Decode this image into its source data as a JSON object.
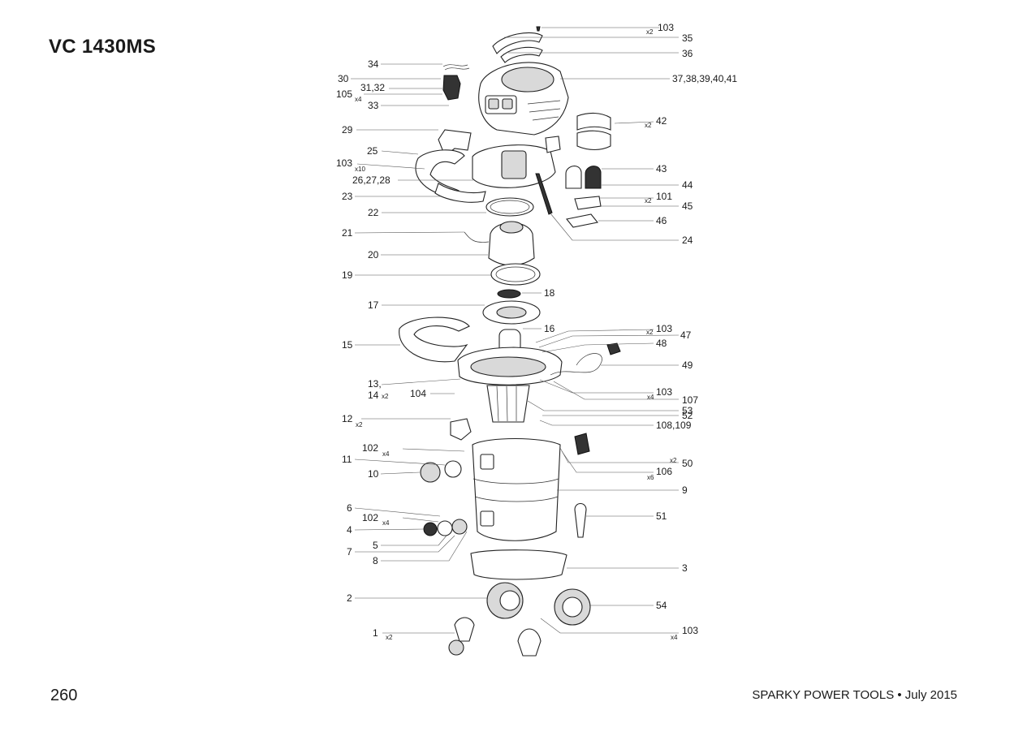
{
  "header": {
    "model": "VC 1430MS"
  },
  "footer": {
    "page_number": "260",
    "publisher": "SPARKY POWER TOOLS • July 2015"
  },
  "callouts": [
    {
      "id": "c-103a",
      "label": "103",
      "qty": "x2"
    },
    {
      "id": "c-35",
      "label": "35",
      "qty": ""
    },
    {
      "id": "c-36",
      "label": "36",
      "qty": ""
    },
    {
      "id": "c-37",
      "label": "37,38,39,40,41",
      "qty": ""
    },
    {
      "id": "c-34",
      "label": "34",
      "qty": ""
    },
    {
      "id": "c-30",
      "label": "30",
      "qty": ""
    },
    {
      "id": "c-3132",
      "label": "31,32",
      "qty": ""
    },
    {
      "id": "c-105",
      "label": "105",
      "qty": "x4"
    },
    {
      "id": "c-33",
      "label": "33",
      "qty": ""
    },
    {
      "id": "c-42",
      "label": "42",
      "qty": "x2"
    },
    {
      "id": "c-29",
      "label": "29",
      "qty": ""
    },
    {
      "id": "c-25",
      "label": "25",
      "qty": ""
    },
    {
      "id": "c-103b",
      "label": "103",
      "qty": "x10"
    },
    {
      "id": "c-43",
      "label": "43",
      "qty": ""
    },
    {
      "id": "c-262728",
      "label": "26,27,28",
      "qty": ""
    },
    {
      "id": "c-44",
      "label": "44",
      "qty": ""
    },
    {
      "id": "c-23",
      "label": "23",
      "qty": ""
    },
    {
      "id": "c-101",
      "label": "101",
      "qty": "x2"
    },
    {
      "id": "c-45",
      "label": "45",
      "qty": ""
    },
    {
      "id": "c-22",
      "label": "22",
      "qty": ""
    },
    {
      "id": "c-46",
      "label": "46",
      "qty": ""
    },
    {
      "id": "c-21",
      "label": "21",
      "qty": ""
    },
    {
      "id": "c-24",
      "label": "24",
      "qty": ""
    },
    {
      "id": "c-20",
      "label": "20",
      "qty": ""
    },
    {
      "id": "c-19",
      "label": "19",
      "qty": ""
    },
    {
      "id": "c-18",
      "label": "18",
      "qty": ""
    },
    {
      "id": "c-17",
      "label": "17",
      "qty": ""
    },
    {
      "id": "c-16",
      "label": "16",
      "qty": ""
    },
    {
      "id": "c-103c",
      "label": "103",
      "qty": "x2"
    },
    {
      "id": "c-47",
      "label": "47",
      "qty": ""
    },
    {
      "id": "c-15",
      "label": "15",
      "qty": ""
    },
    {
      "id": "c-48",
      "label": "48",
      "qty": ""
    },
    {
      "id": "c-49",
      "label": "49",
      "qty": ""
    },
    {
      "id": "c-13",
      "label": "13,",
      "qty": ""
    },
    {
      "id": "c-14",
      "label": "14",
      "qty": "x2"
    },
    {
      "id": "c-104",
      "label": "104",
      "qty": ""
    },
    {
      "id": "c-103d",
      "label": "103",
      "qty": "x4"
    },
    {
      "id": "c-107",
      "label": "107",
      "qty": ""
    },
    {
      "id": "c-53",
      "label": "53",
      "qty": ""
    },
    {
      "id": "c-12",
      "label": "12",
      "qty": "x2"
    },
    {
      "id": "c-52",
      "label": "52",
      "qty": ""
    },
    {
      "id": "c-108",
      "label": "108,109",
      "qty": ""
    },
    {
      "id": "c-102a",
      "label": "102",
      "qty": "x4"
    },
    {
      "id": "c-11",
      "label": "11",
      "qty": ""
    },
    {
      "id": "c-50",
      "label": "50",
      "qty": "x2"
    },
    {
      "id": "c-10",
      "label": "10",
      "qty": ""
    },
    {
      "id": "c-106",
      "label": "106",
      "qty": "x6"
    },
    {
      "id": "c-9",
      "label": "9",
      "qty": ""
    },
    {
      "id": "c-6",
      "label": "6",
      "qty": ""
    },
    {
      "id": "c-102b",
      "label": "102",
      "qty": "x4"
    },
    {
      "id": "c-51",
      "label": "51",
      "qty": ""
    },
    {
      "id": "c-4",
      "label": "4",
      "qty": ""
    },
    {
      "id": "c-5",
      "label": "5",
      "qty": ""
    },
    {
      "id": "c-7",
      "label": "7",
      "qty": ""
    },
    {
      "id": "c-8",
      "label": "8",
      "qty": ""
    },
    {
      "id": "c-3",
      "label": "3",
      "qty": ""
    },
    {
      "id": "c-2",
      "label": "2",
      "qty": ""
    },
    {
      "id": "c-54",
      "label": "54",
      "qty": ""
    },
    {
      "id": "c-1",
      "label": "1",
      "qty": "x2"
    },
    {
      "id": "c-103e",
      "label": "103",
      "qty": "x4"
    }
  ]
}
